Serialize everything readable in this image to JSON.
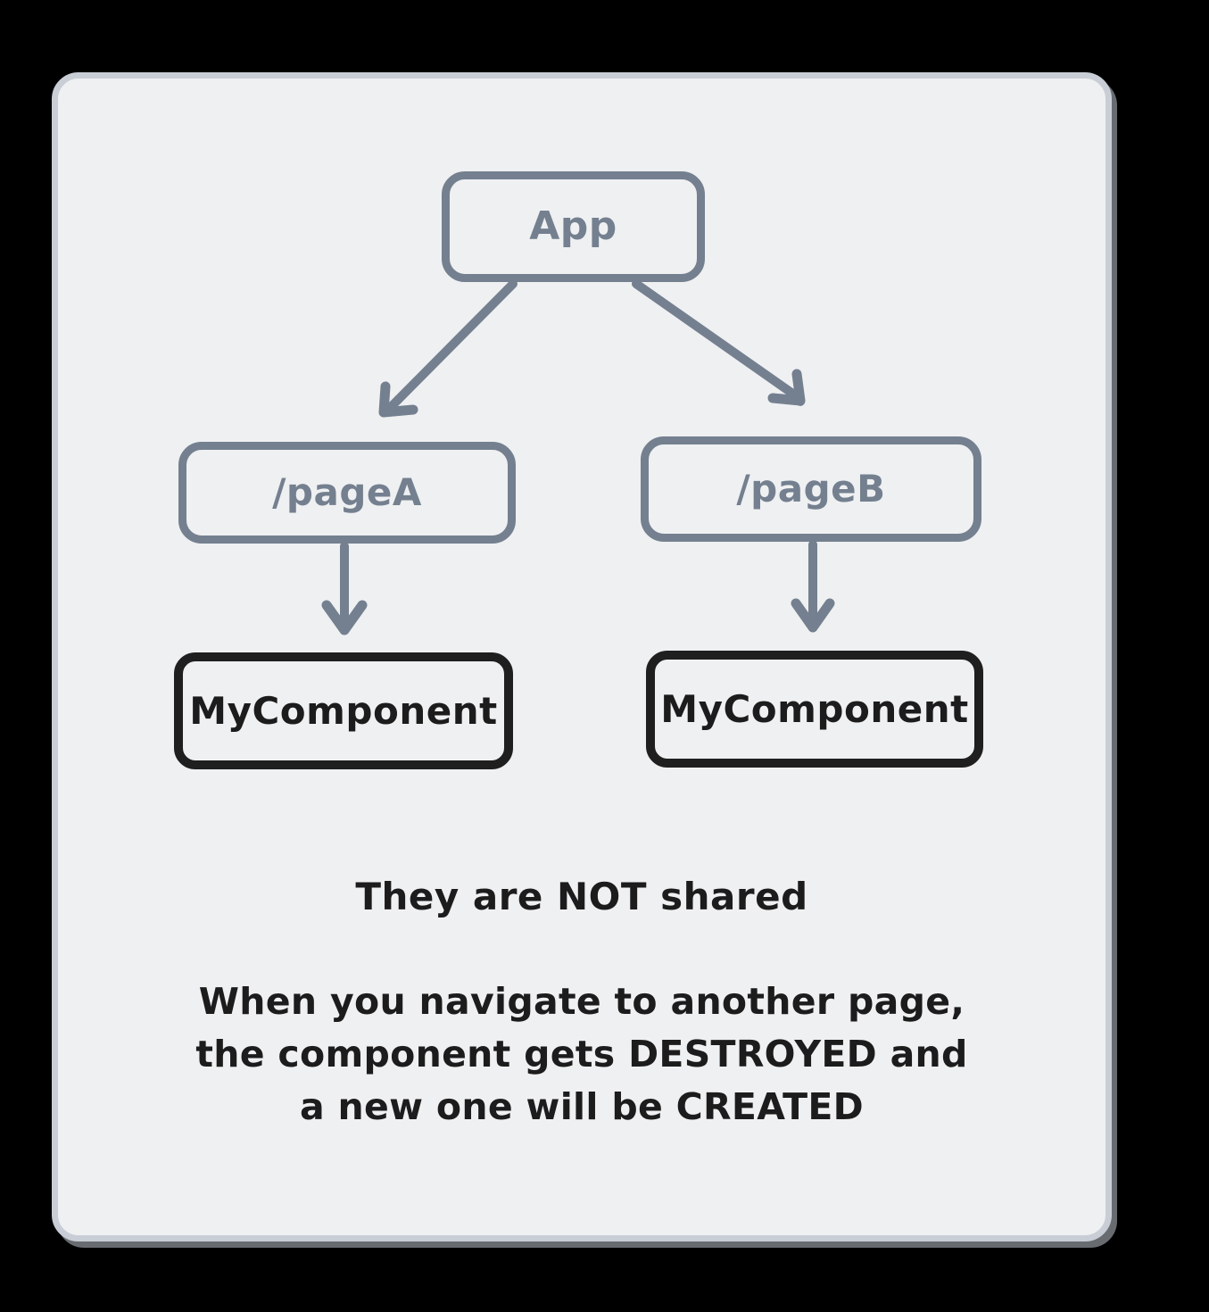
{
  "canvas": {
    "background_color": "#000000",
    "card_background_color": "#eff0f2",
    "card_border_color": "#c9ced6"
  },
  "diagram": {
    "type": "tree",
    "muted_color": "#74808f",
    "strong_color": "#1c1c1c",
    "nodes": [
      {
        "id": "app",
        "label": "App",
        "style": "muted",
        "level": 0
      },
      {
        "id": "pagea",
        "label": "/pageA",
        "style": "muted",
        "level": 1
      },
      {
        "id": "pageb",
        "label": "/pageB",
        "style": "muted",
        "level": 1
      },
      {
        "id": "compa",
        "label": "MyComponent",
        "style": "strong",
        "level": 2
      },
      {
        "id": "compb",
        "label": "MyComponent",
        "style": "strong",
        "level": 2
      }
    ],
    "edges": [
      {
        "from": "app",
        "to": "pagea",
        "direction": "diagonal-down-left"
      },
      {
        "from": "app",
        "to": "pageb",
        "direction": "diagonal-down-right"
      },
      {
        "from": "pagea",
        "to": "compa",
        "direction": "down"
      },
      {
        "from": "pageb",
        "to": "compb",
        "direction": "down"
      }
    ]
  },
  "captions": {
    "headline": "They are NOT shared",
    "body_lines": [
      "When you navigate to another page,",
      "the component gets DESTROYED and",
      "a new one will be CREATED"
    ]
  }
}
